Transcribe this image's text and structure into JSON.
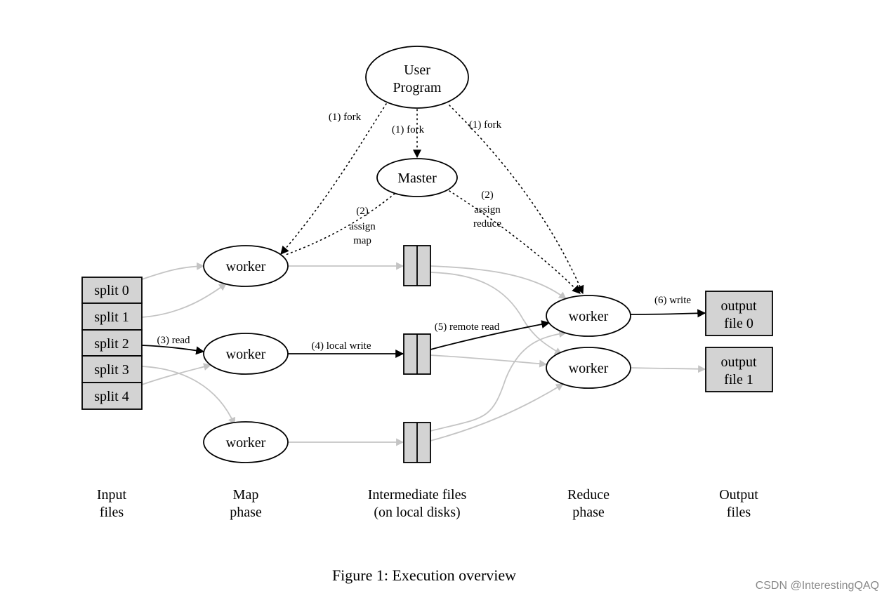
{
  "colors": {
    "stroke": "#000000",
    "grey_edge": "#c4c4c4",
    "box_fill": "#d3d3d3",
    "node_fill": "#ffffff"
  },
  "nodes": {
    "user_program": [
      "User",
      "Program"
    ],
    "master": "Master",
    "map_worker": "worker",
    "reduce_worker": "worker",
    "splits": [
      "split 0",
      "split 1",
      "split 2",
      "split 3",
      "split 4"
    ],
    "outputs": [
      [
        "output",
        "file 0"
      ],
      [
        "output",
        "file 1"
      ]
    ]
  },
  "edge_labels": {
    "fork_left": "(1) fork",
    "fork_center": "(1) fork",
    "fork_right": "(1) fork",
    "assign_map": [
      "(2)",
      "assign",
      "map"
    ],
    "assign_reduce": [
      "(2)",
      "assign",
      "reduce"
    ],
    "read": "(3) read",
    "local_write": "(4) local write",
    "remote_read": "(5) remote read",
    "write": "(6) write"
  },
  "columns": [
    [
      "Input",
      "files"
    ],
    [
      "Map",
      "phase"
    ],
    [
      "Intermediate files",
      "(on local disks)"
    ],
    [
      "Reduce",
      "phase"
    ],
    [
      "Output",
      "files"
    ]
  ],
  "caption": "Figure 1: Execution overview",
  "watermark": "CSDN @InterestingQAQ"
}
